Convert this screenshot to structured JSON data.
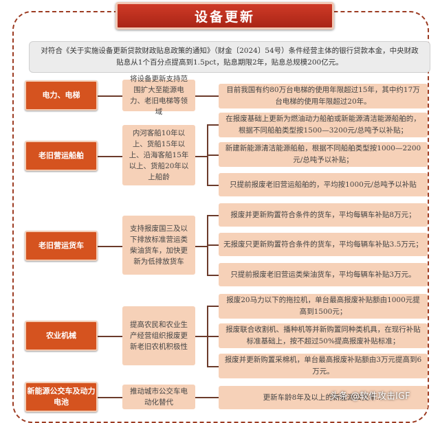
{
  "title": "设备更新",
  "intro": "对符合《关于实施设备更新贷款财政贴息政策的通知》（财金〔2024〕54号）条件经营主体的银行贷款本金，中央财政贴息从1个百分点提高到1.5pct，贴息期限2年，贴息总规模200亿元。",
  "rows": [
    {
      "category": "电力、电梯",
      "policy": "将设备更新支持范围扩大至能源电力、老旧电梯等领域",
      "details": [
        "目前我国有约80万台电梯的使用年限超过15年，其中约17万台电梯的使用年限超过20年。"
      ]
    },
    {
      "category": "老旧营运船舶",
      "policy": "内河客船10年以上、货船15年以上、沿海客船15年以上、货船20年以上船龄",
      "details": [
        "在报废基础上更新为燃油动力船舶或新能源清洁能源船舶的，根据不同船舶类型按1500—3200元/总吨予以补贴；",
        "新建新能源清洁能源船舶，根据不同船舶类型按1000—2200元/总吨予以补贴；",
        "只提前报废老旧营运船舶的，平均按1000元/总吨予以补贴"
      ]
    },
    {
      "category": "老旧营运货车",
      "policy": "支持报废国三及以下排放标准营运类柴油货车，加快更新为低排放货车",
      "details": [
        "报废并更新购置符合条件的货车，平均每辆车补贴8万元；",
        "无报废只更新购置符合条件的货车，平均每辆车补贴3.5万元；",
        "只提前报废老旧营运类柴油货车，平均每辆车补贴3万元。"
      ]
    },
    {
      "category": "农业机械",
      "policy": "提高农民和农业生产经营组织报废更新老旧农机积极性",
      "details": [
        "报废20马力以下的拖拉机，单台最高报废补贴额由1000元提高到1500元；",
        "报废联合收割机、播种机等并新购置同种类机具，在现行补贴标准基础上，按不超过50%提高报废补贴标准；",
        "报废并更新购置采棉机，单台最高报废补贴额由3万元提高到6万元。"
      ]
    },
    {
      "category": "新能源公交车及动力电池",
      "policy": "推动城市公交车电动化替代",
      "details": [
        "更新车龄8年及以上的新能源公交车…"
      ]
    }
  ],
  "watermark": "头条 @软件攻击IGF",
  "colors": {
    "title_fill": "#b8281a",
    "category_fill": "#d5531f",
    "box_fill": "#f6d1b8",
    "border_dashed": "#9c3b22"
  }
}
